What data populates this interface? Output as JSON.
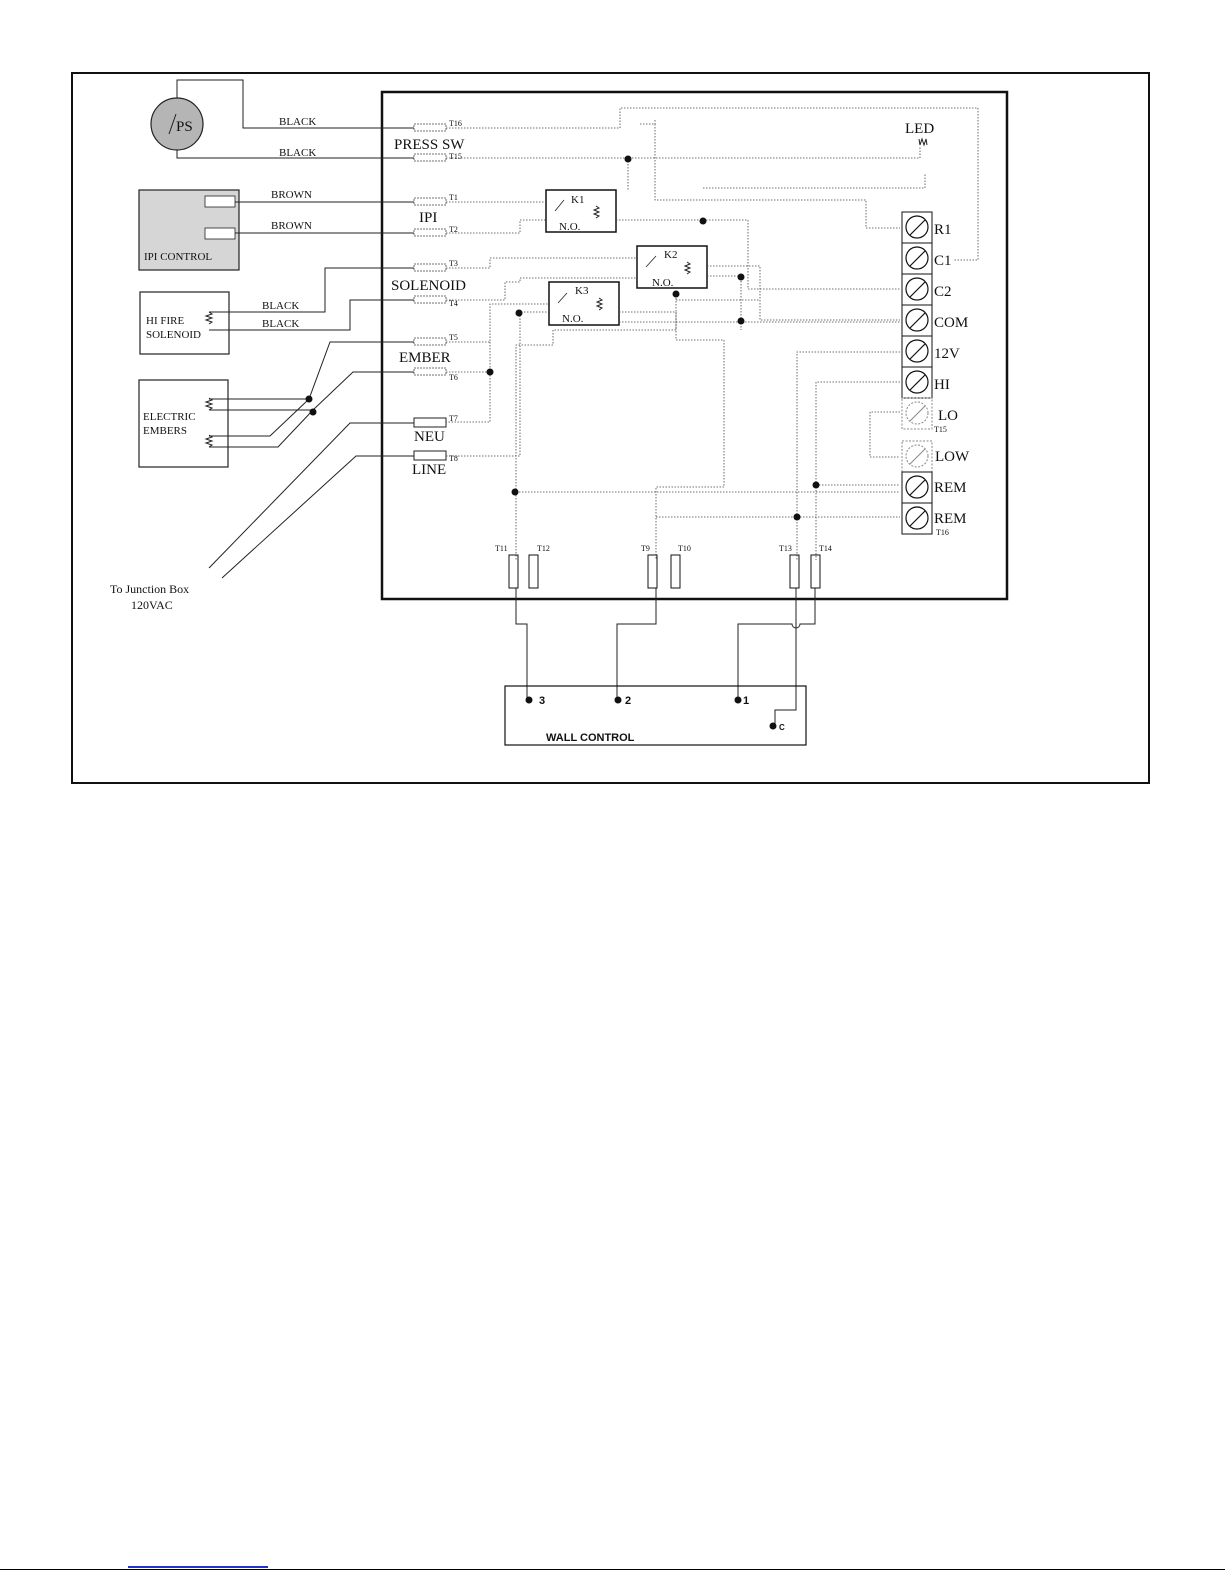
{
  "components": {
    "ps": "PS",
    "ipi_control": "IPI CONTROL",
    "hi_fire_1": "HI FIRE",
    "hi_fire_2": "SOLENOID",
    "embers_1": "ELECTRIC",
    "embers_2": "EMBERS",
    "junction_1": "To Junction Box",
    "junction_2": "120VAC",
    "wall_control": "WALL CONTROL",
    "led": "LED"
  },
  "wires": {
    "black": "BLACK",
    "brown": "BROWN"
  },
  "board_labels": {
    "press_sw": "PRESS SW",
    "ipi": "IPI",
    "solenoid": "SOLENOID",
    "ember": "EMBER",
    "neu": "NEU",
    "line": "LINE"
  },
  "relays": [
    {
      "name": "K1",
      "contact": "N.O."
    },
    {
      "name": "K2",
      "contact": "N.O."
    },
    {
      "name": "K3",
      "contact": "N.O."
    }
  ],
  "terminals_left": [
    "T16",
    "T15",
    "T1",
    "T2",
    "T3",
    "T4",
    "T5",
    "T6",
    "T7",
    "T8"
  ],
  "terminals_bottom": [
    "T11",
    "T12",
    "T9",
    "T10",
    "T13",
    "T14"
  ],
  "terminal_strip": [
    "R1",
    "C1",
    "C2",
    "COM",
    "12V",
    "HI",
    "LO",
    "LOW",
    "REM",
    "REM"
  ],
  "terminal_strip_notes": {
    "lo": "T15",
    "rem": "T16"
  },
  "wall_terminals": [
    "3",
    "2",
    "1",
    "C"
  ]
}
